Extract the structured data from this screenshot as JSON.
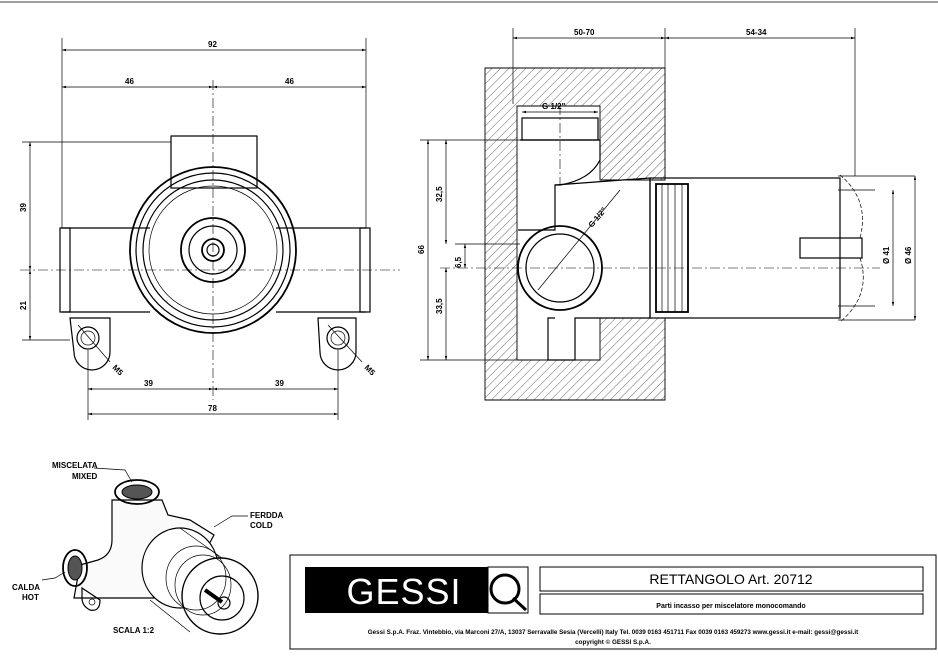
{
  "front_view": {
    "dim_total_width": "92",
    "dim_left_half": "46",
    "dim_right_half": "46",
    "dim_top_height": "39",
    "dim_bottom_height": "21",
    "dim_bolt_left": "39",
    "dim_bolt_right": "39",
    "dim_bolt_total": "78",
    "thread_left": "M5",
    "thread_right": "M5"
  },
  "side_view": {
    "dim_depth": "50-70",
    "dim_projection": "54-34",
    "inlet_thread": "G 1/2\"",
    "outlet_thread": "G 1/2\"",
    "dim_overall_height": "66",
    "dim_upper": "32,5",
    "dim_lower": "33,5",
    "dim_offset": "6,5",
    "dia_inner": "Ø 41",
    "dia_outer": "Ø 46"
  },
  "isometric": {
    "label_mixed_it": "MISCELATA",
    "label_mixed_en": "MIXED",
    "label_cold_it": "FERDDA",
    "label_cold_en": "COLD",
    "label_hot_it": "CALDA",
    "label_hot_en": "HOT",
    "scale": "SCALA 1:2"
  },
  "title_block": {
    "logo_text": "GESSI",
    "product_title": "RETTANGOLO  Art. 20712",
    "description": "Parti incasso per miscelatore monocomando",
    "company_line": "Gessi S.p.A. Fraz. Vintebbio, via Marconi 27/A, 13037 Serravalle Sesia  (Vercelli) Italy Tel. 0039 0163 451711 Fax 0039 0163 459273 www.gessi.it  e-mail: gessi@gessi.it",
    "copyright": "copyright © GESSI S.p.A."
  }
}
